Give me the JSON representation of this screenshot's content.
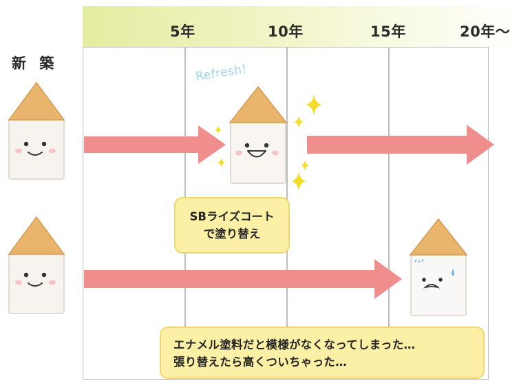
{
  "timeline": {
    "start_label": "新 築",
    "years": [
      {
        "label": "5年",
        "value": 5
      },
      {
        "label": "10年",
        "value": 10
      },
      {
        "label": "15年",
        "value": 15
      },
      {
        "label": "20年〜",
        "value": 20
      }
    ]
  },
  "refresh_text": "Refresh!",
  "notes": {
    "sb_line1": "SBライズコート",
    "sb_line2": "で塗り替え",
    "enamel_line1": "エナメル塗料だと模様がなくなってしまった…",
    "enamel_line2": "張り替えたら高くついちゃった…"
  },
  "colors": {
    "arrow": "#f08e8e",
    "header_band": "#e4eca0",
    "note_fill": "#fbf0a6",
    "note_border": "#efd76b",
    "roof": "#e9b56c",
    "sparkle": "#f4dc2a",
    "refresh_text": "#9cd3e6"
  },
  "icons": {
    "house_happy": "house-smiling-icon",
    "house_refreshed": "house-grinning-icon",
    "house_worried": "house-worried-icon",
    "sparkle": "sparkle-icon",
    "sweat": "sweat-drop-icon"
  }
}
